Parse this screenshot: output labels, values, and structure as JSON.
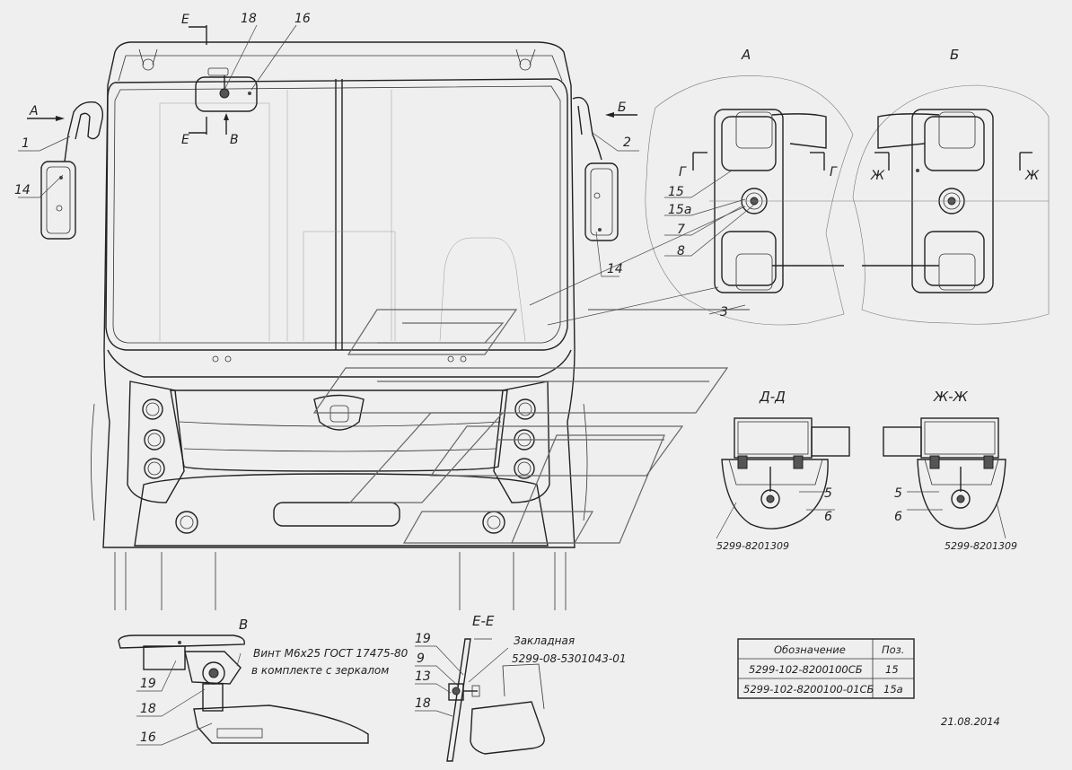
{
  "callouts": {
    "e_top": "Е",
    "e_bot": "Е",
    "a_arrow": "А",
    "b_arrow": "Б",
    "v_arrow": "В",
    "p18": "18",
    "p16": "16",
    "p1": "1",
    "p2": "2",
    "p14_left": "14",
    "p14_right": "14",
    "p3": "3"
  },
  "detail_a": {
    "title": "А",
    "g1": "Г",
    "g2": "Г",
    "p15": "15",
    "p15a": "15а",
    "p7": "7",
    "p8": "8"
  },
  "detail_b": {
    "title": "Б",
    "zh1": "Ж",
    "zh2": "Ж"
  },
  "section_dd": {
    "title": "Д-Д",
    "p5": "5",
    "p6": "6",
    "part": "5299-8201309"
  },
  "section_zhzh": {
    "title": "Ж-Ж",
    "p5": "5",
    "p6": "6",
    "part": "5299-8201309"
  },
  "view_v": {
    "title": "В",
    "p19": "19",
    "p18": "18",
    "p16": "16",
    "note_line1": "Винт М6х25 ГОСТ 17475-80",
    "note_line2": "в комплекте с зеркалом"
  },
  "section_ee": {
    "title": "Е-Е",
    "p19": "19",
    "p9": "9",
    "p13": "13",
    "p18": "18",
    "note_line1": "Закладная",
    "note_line2": "5299-08-5301043-01"
  },
  "spec_table": {
    "headers": [
      "Обозначение",
      "Поз."
    ],
    "rows": [
      [
        "5299-102-8200100СБ",
        "15"
      ],
      [
        "5299-102-8200100-01СБ",
        "15а"
      ]
    ]
  },
  "date": "21.08.2014"
}
